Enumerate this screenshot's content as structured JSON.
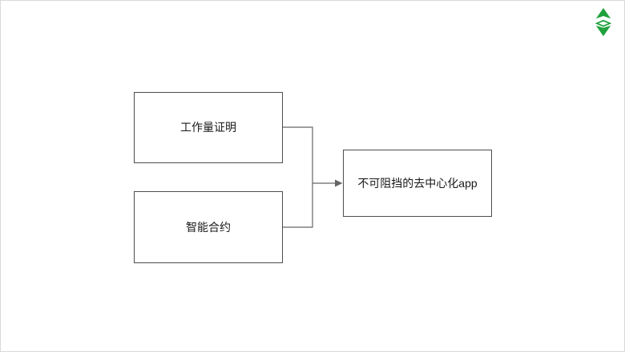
{
  "canvas": {
    "background": "#FFFFFF",
    "border_color": "#D9D9D9"
  },
  "logo": {
    "name": "ethereum-classic-logo",
    "color": "#1FA23C"
  },
  "diagram": {
    "nodes": [
      {
        "id": "proof-of-work",
        "label": "工作量证明"
      },
      {
        "id": "smart-contract",
        "label": "智能合约"
      },
      {
        "id": "unstoppable-dapp",
        "label": "不可阻挡的去中心化app"
      }
    ],
    "connector": {
      "from": [
        "工作量证明",
        "智能合约"
      ],
      "to": "不可阻挡的去中心化app",
      "stroke_color": "#666666"
    },
    "node_style": {
      "border_color": "#4D4D4D",
      "text_color": "#1A1A1A",
      "fill": "#FFFFFF"
    }
  }
}
